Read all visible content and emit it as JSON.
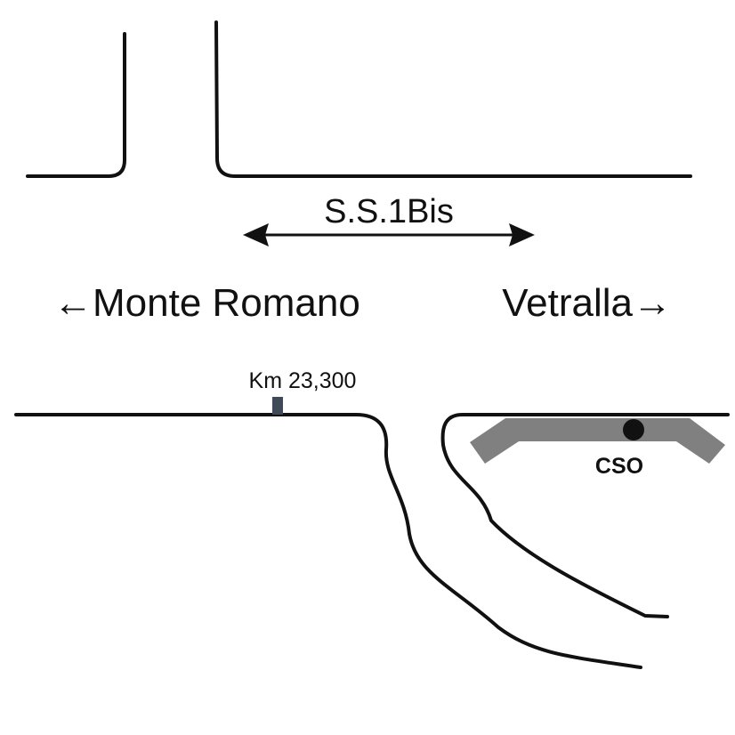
{
  "road_label": "S.S.1Bis",
  "direction_left": "←Monte Romano",
  "direction_right": "Vetralla→",
  "km_marker": "Km 23,300",
  "site_label": "CSO",
  "colors": {
    "road_line": "#111111",
    "km_post": "#3e4a55",
    "site_band": "#808080",
    "site_dot": "#111111",
    "background": "#ffffff"
  },
  "icons": {
    "km_post": "km-post-marker",
    "site_point": "site-dot-icon",
    "double_arrow": "double-headed-arrow"
  }
}
